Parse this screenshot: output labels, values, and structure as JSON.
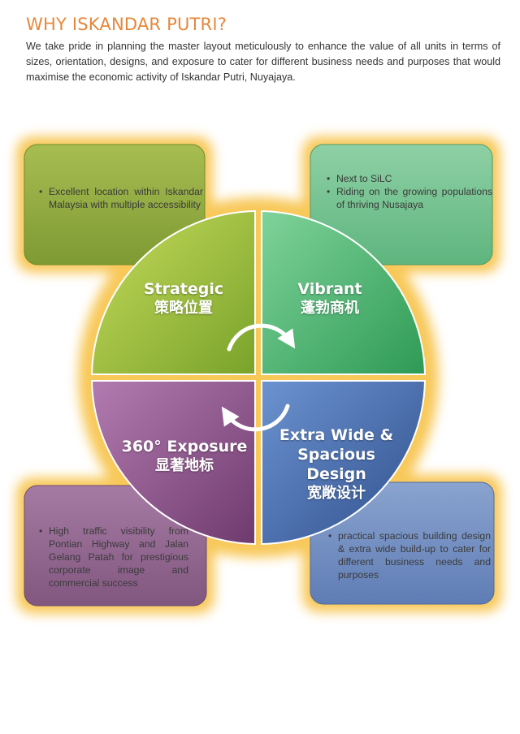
{
  "header": {
    "title": "WHY ISKANDAR PUTRI?",
    "intro": "We take pride in planning the master layout meticulously to enhance the value of all units in terms of sizes, orientation, designs, and exposure to cater for different business needs and purposes that would maximise the economic activity of Iskandar Putri, Nuyajaya."
  },
  "colors": {
    "title": "#e7873a",
    "strategic": "#8cb238",
    "vibrant": "#45b06a",
    "exposure": "#8d4f8b",
    "design": "#3e63a3",
    "glow": "#f7bf3c"
  },
  "quadrants": {
    "strategic": {
      "title": "Strategic",
      "subtitle": "策略位置"
    },
    "vibrant": {
      "title": "Vibrant",
      "subtitle": "蓬勃商机"
    },
    "exposure": {
      "title": "360° Exposure",
      "subtitle": "显著地标"
    },
    "design": {
      "title_line1": "Extra Wide &",
      "title_line2": "Spacious",
      "title_line3": "Design",
      "subtitle": "宽敞设计"
    }
  },
  "boxes": {
    "strategic": [
      "Excellent location within Iskandar Malaysia with multiple accessibility"
    ],
    "vibrant": [
      "Next to SiLC",
      "Riding on the growing populations of thriving Nusajaya"
    ],
    "exposure": [
      "High traffic visibility from Pontian Highway and Jalan Gelang Patah for prestigious corporate image and commercial success"
    ],
    "design": [
      "practical spacious building design & extra wide build-up to cater for different business needs and purposes"
    ]
  },
  "icons": {
    "cycle": "circular-arrows-icon"
  }
}
